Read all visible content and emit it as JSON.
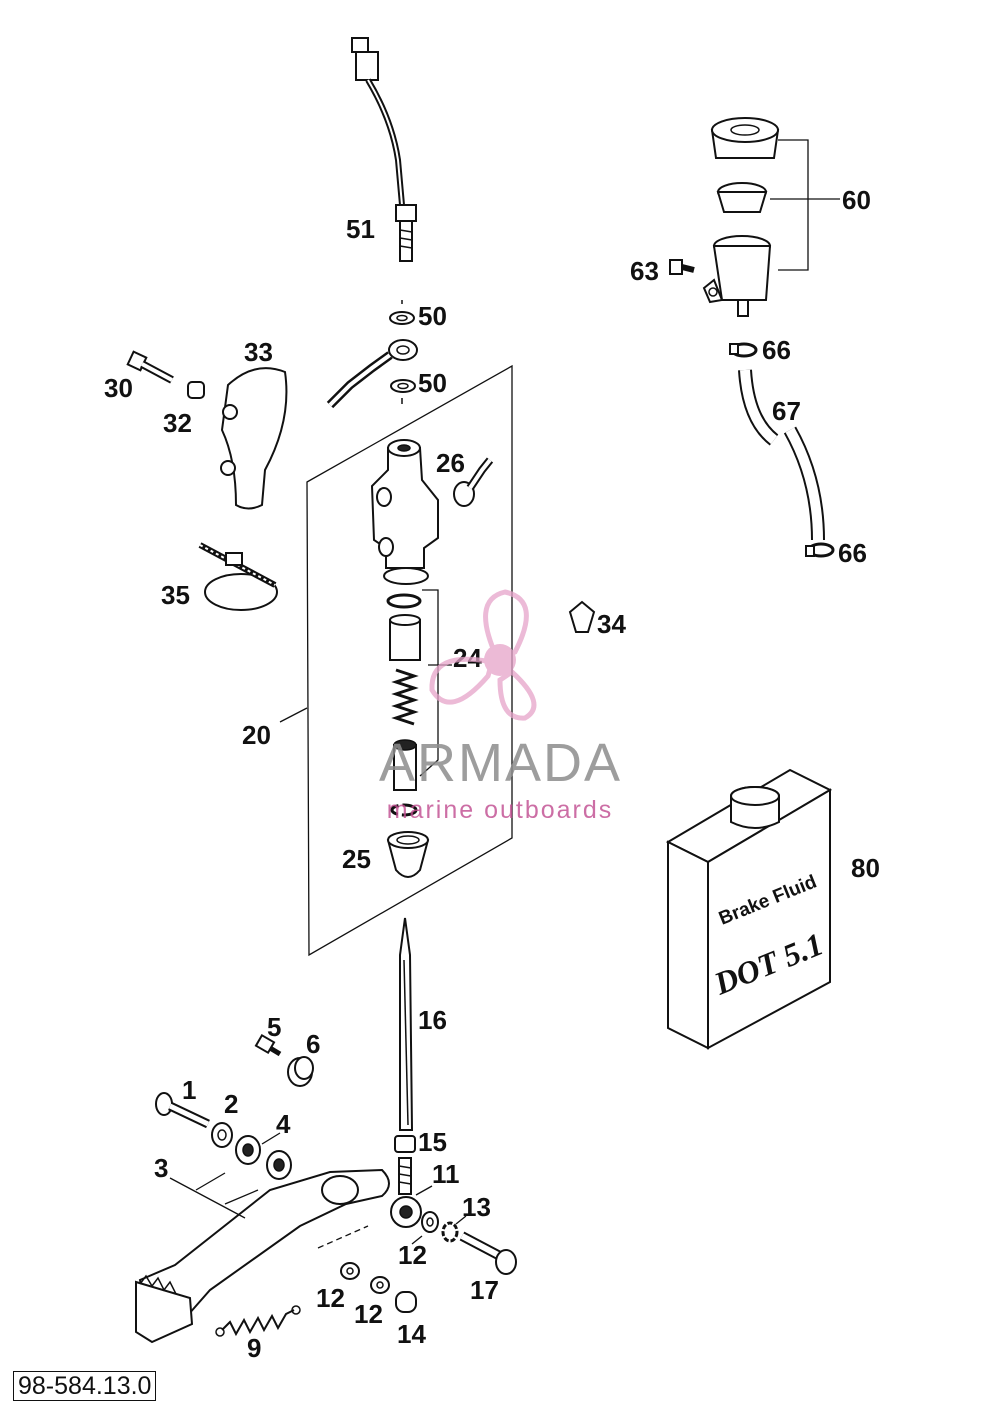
{
  "diagram": {
    "callouts": {
      "c1": "1",
      "c2": "2",
      "c3": "3",
      "c4": "4",
      "c5": "5",
      "c6": "6",
      "c9": "9",
      "c11": "11",
      "c12a": "12",
      "c12b": "12",
      "c12c": "12",
      "c13": "13",
      "c14": "14",
      "c15": "15",
      "c16": "16",
      "c17": "17",
      "c20": "20",
      "c24": "24",
      "c25": "25",
      "c26": "26",
      "c30": "30",
      "c32": "32",
      "c33": "33",
      "c34": "34",
      "c35": "35",
      "c50a": "50",
      "c50b": "50",
      "c51": "51",
      "c60": "60",
      "c63": "63",
      "c66a": "66",
      "c66b": "66",
      "c67": "67",
      "c80": "80"
    },
    "brake_fluid_can": {
      "line1": "Brake Fluid",
      "line2": "DOT 5.1"
    },
    "document_number": "98-584.13.0"
  },
  "watermark": {
    "name": "ARMADA",
    "subtitle": "marine outboards",
    "accent_color": "#e6a3c9",
    "accent_dark": "#c04b8f",
    "icon": "propeller-icon"
  }
}
